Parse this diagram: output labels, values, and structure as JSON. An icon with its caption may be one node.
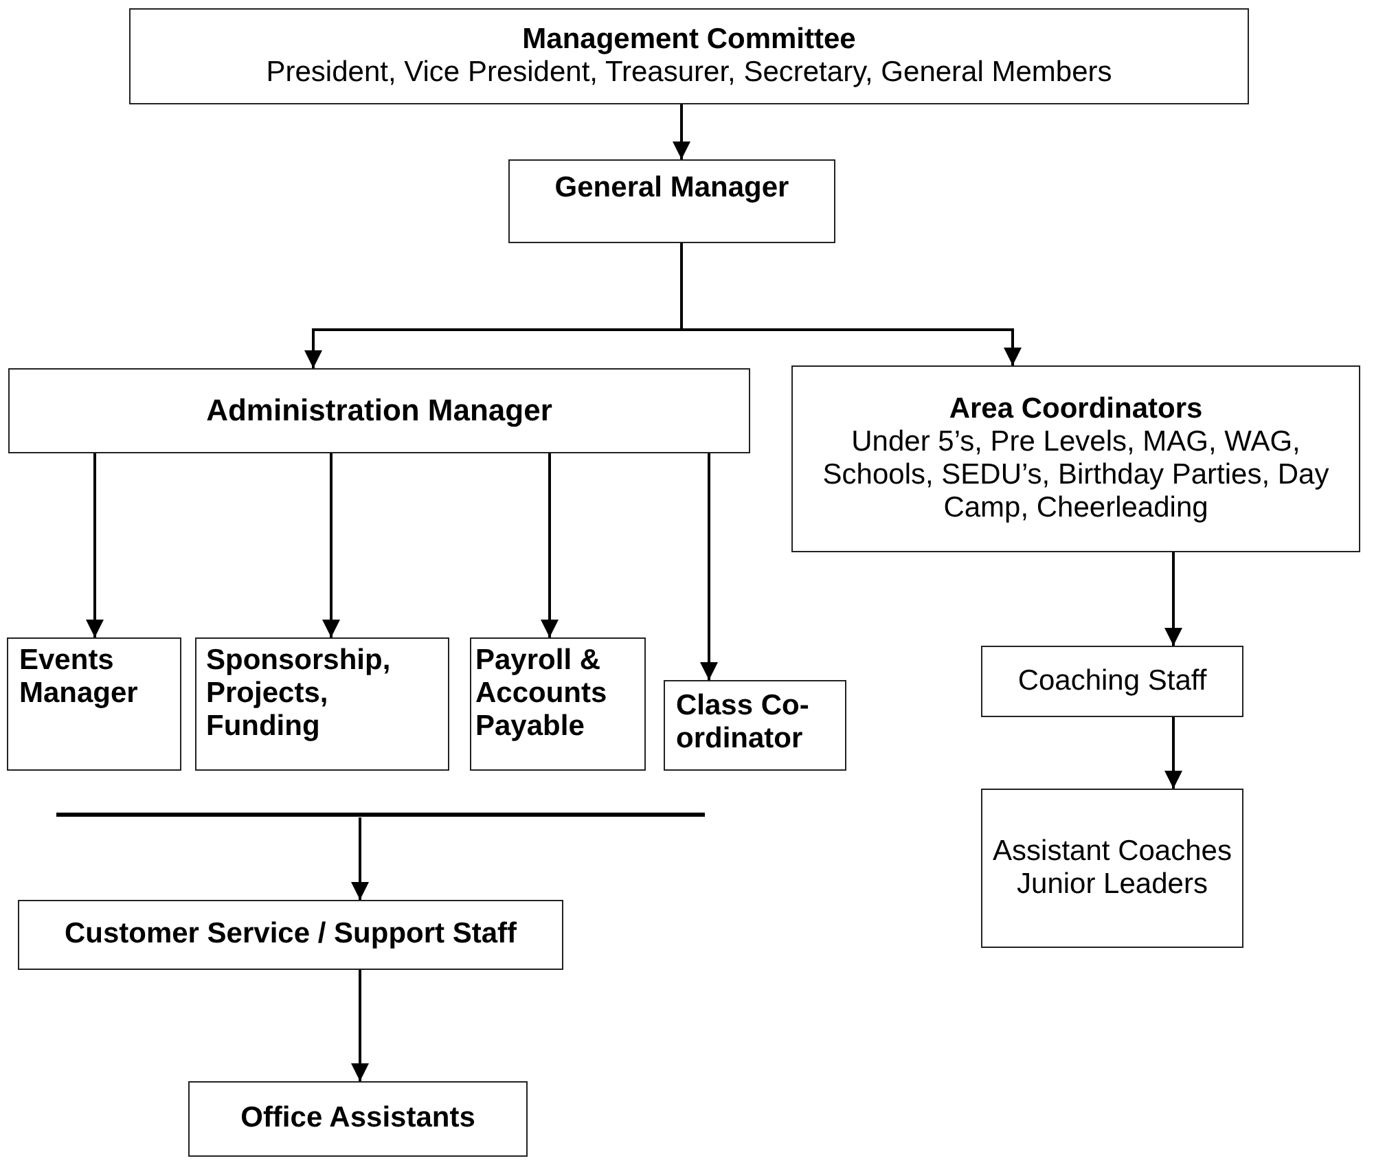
{
  "diagram": {
    "nodes": [
      {
        "text": [
          "Management Committee",
          "President, Vice President, Treasurer, Secretary, General Members"
        ]
      },
      {
        "text": [
          "General Manager"
        ]
      },
      {
        "text": [
          "Administration Manager"
        ]
      },
      {
        "text": [
          "Area Coordinators",
          "Under 5’s, Pre Levels, MAG, WAG, Schools, SEDU’s, Birthday Parties, Day Camp, Cheerleading"
        ]
      },
      {
        "text": [
          "Events Manager"
        ]
      },
      {
        "text": [
          "Sponsorship, Projects, Funding"
        ]
      },
      {
        "text": [
          "Payroll & Accounts Payable"
        ]
      },
      {
        "text": [
          "Class Co-ordinator"
        ]
      },
      {
        "text": [
          "Coaching Staff"
        ]
      },
      {
        "text": [
          "Assistant Coaches Junior Leaders"
        ]
      },
      {
        "text": [
          "Customer Service / Support Staff"
        ]
      },
      {
        "text": [
          "Office Assistants"
        ]
      }
    ],
    "edges": [
      {
        "from": 0,
        "to": 1,
        "arrow": "to"
      },
      {
        "from": 1,
        "to": 2,
        "arrow": "to"
      },
      {
        "from": 1,
        "to": 3,
        "arrow": "to"
      },
      {
        "from": 2,
        "to": 4,
        "arrow": "to"
      },
      {
        "from": 2,
        "to": 5,
        "arrow": "to"
      },
      {
        "from": 2,
        "to": 6,
        "arrow": "to"
      },
      {
        "from": 2,
        "to": 7,
        "arrow": "to"
      },
      {
        "from": 3,
        "to": 8,
        "arrow": "to"
      },
      {
        "from": 8,
        "to": 9,
        "arrow": "to"
      },
      {
        "from": null,
        "to": 10,
        "arrow": "to"
      },
      {
        "from": 10,
        "to": 11,
        "arrow": "to"
      }
    ]
  }
}
